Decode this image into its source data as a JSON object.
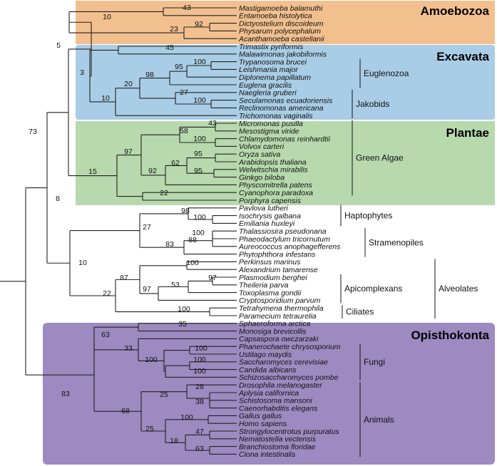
{
  "colors": {
    "amoebozoa": "#f2c08f",
    "excavata": "#a9cde6",
    "plantae": "#b7d9ad",
    "opisthokonta": "#9d8ac0",
    "branch": "#222222"
  },
  "clade_titles": {
    "amoebozoa": "Amoebozoa",
    "excavata": "Excavata",
    "plantae": "Plantae",
    "opisthokonta": "Opisthokonta"
  },
  "taxa": [
    "Mastigamoeba balamuthi",
    "Entamoeba histolytica",
    "Dictyostelium discoideum",
    "Physarum polycephalum",
    "Acanthamoeba castellanii",
    "Trimastix pyriformis",
    "Malawimonas jakobiformis",
    "Trypanosoma brucei",
    "Leishmania major",
    "Diplonema papillatum",
    "Euglena gracilis",
    "Naegleria gruberi",
    "Seculamonas ecuadoriensis",
    "Reclinomonas americana",
    "Trichomonas vaginalis",
    "Micromonas pusilla",
    "Mesostigma viride",
    "Chlamydomonas reinhardtii",
    "Volvox carteri",
    "Oryza sativa",
    "Arabidopsis thaliana",
    "Welwitschia mirabilis",
    "Ginkgo biloba",
    "Physcomitrella patens",
    "Cyanophora paradoxa",
    "Porphyra capensis",
    "Pavlova lutheri",
    "Isochrysis galbana",
    "Emiliania huxleyi",
    "Thalassiosira pseudonana",
    "Phaeodactylum tricornutum",
    "Aureococcus anophagefferens",
    "Phytophthora infestans",
    "Perkinsus marinus",
    "Alexandrium tamarense",
    "Plasmodium berghei",
    "Theileria parva",
    "Toxoplasma gondii",
    "Cryptosporidium parvum",
    "Tetrahymena thermophila",
    "Paramecium tetraurelia",
    "Sphaeroforma arctica",
    "Monosiga brevicollis",
    "Capsaspora owczarzaki",
    "Phanerochaete chrysosporium",
    "Ustilago maydis",
    "Saccharomyces cerevisiae",
    "Candida albicans",
    "Schizosaccharomyces pombe",
    "Drosophila melanogaster",
    "Aplysia californica",
    "Schistosoma mansoni",
    "Caenorhabditis elegans",
    "Gallus gallus",
    "Homo sapiens",
    "Strongylocentrotus purpuratus",
    "Nematostella vectensis",
    "Branchiostoma floridae",
    "Ciona intestinalis"
  ],
  "support_values": [
    "43",
    "10",
    "92",
    "23",
    "5",
    "45",
    "3",
    "100",
    "95",
    "98",
    "20",
    "27",
    "100",
    "10",
    "73",
    "43",
    "58",
    "100",
    "97",
    "95",
    "62",
    "95",
    "92",
    "15",
    "22",
    "98",
    "100",
    "27",
    "100",
    "88",
    "83",
    "8",
    "10",
    "100",
    "87",
    "97",
    "53",
    "97",
    "22",
    "100",
    "35",
    "63",
    "100",
    "33",
    "100",
    "100",
    "100",
    "83",
    "28",
    "25",
    "38",
    "100",
    "68",
    "25",
    "47",
    "18",
    "63"
  ],
  "group_labels": [
    "Euglenozoa",
    "Jakobids",
    "Green Algae",
    "Haptophytes",
    "Stramenopiles",
    "Apicomplexans",
    "Alveolates",
    "Ciliates",
    "Fungi",
    "Animals"
  ]
}
